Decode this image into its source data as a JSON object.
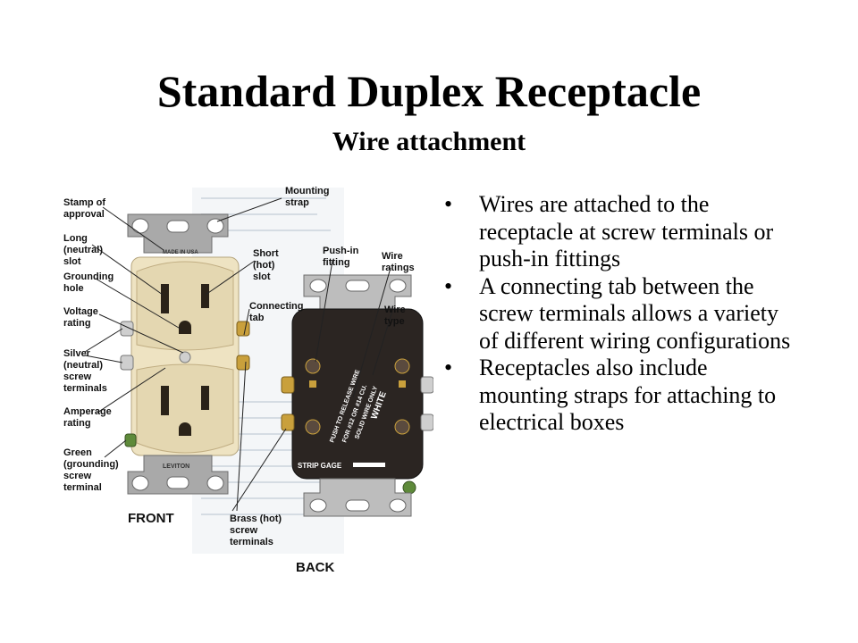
{
  "slide": {
    "title": "Standard Duplex Receptacle",
    "subtitle": "Wire attachment"
  },
  "bullets": [
    {
      "marker": "•",
      "text": "Wires are attached to the receptacle at screw terminals or push-in fittings"
    },
    {
      "marker": "•",
      "text": "A connecting tab between the screw terminals allows a variety of different wiring configurations"
    },
    {
      "marker": "•",
      "text": "Receptacles also include mounting straps for attaching to electrical boxes"
    }
  ],
  "diagram": {
    "front_labels": {
      "stamp_of_approval": [
        "Stamp of",
        "approval"
      ],
      "long_slot": [
        "Long",
        "(neutral)",
        "slot"
      ],
      "grounding_hole": [
        "Grounding",
        "hole"
      ],
      "voltage_rating": [
        "Voltage",
        "rating"
      ],
      "silver_terminals": [
        "Silver",
        "(neutral)",
        "screw",
        "terminals"
      ],
      "amperage_rating": [
        "Amperage",
        "rating"
      ],
      "green_terminal": [
        "Green",
        "(grounding)",
        "screw",
        "terminal"
      ],
      "mounting_strap": [
        "Mounting",
        "strap"
      ],
      "short_slot": [
        "Short",
        "(hot)",
        "slot"
      ],
      "connecting_tab": [
        "Connecting",
        "tab"
      ],
      "brass_terminals": [
        "Brass (hot)",
        "screw",
        "terminals"
      ]
    },
    "back_labels": {
      "push_in_fitting": [
        "Push-in",
        "fitting"
      ],
      "wire_ratings": [
        "Wire",
        "ratings"
      ],
      "wire_type": [
        "Wire",
        "type"
      ]
    },
    "captions": {
      "front": "FRONT",
      "back": "BACK"
    },
    "device_markings": {
      "made_in": "MADE IN USA",
      "brand": "LEVITON",
      "push_release": "PUSH TO RELEASE WIRE",
      "wire_size": "FOR #12 OR #14 CU.",
      "solid_wire": "SOLID WIRE ONLY",
      "white": "WHITE",
      "strip_gage": "STRIP GAGE"
    },
    "colors": {
      "ivory": "#eee3c2",
      "ivory_shadow": "#c9b88e",
      "metal": "#a9a9a9",
      "black_body": "#2b2522",
      "brass": "#c9a03c",
      "silver_screw": "#cfcfcf"
    }
  }
}
